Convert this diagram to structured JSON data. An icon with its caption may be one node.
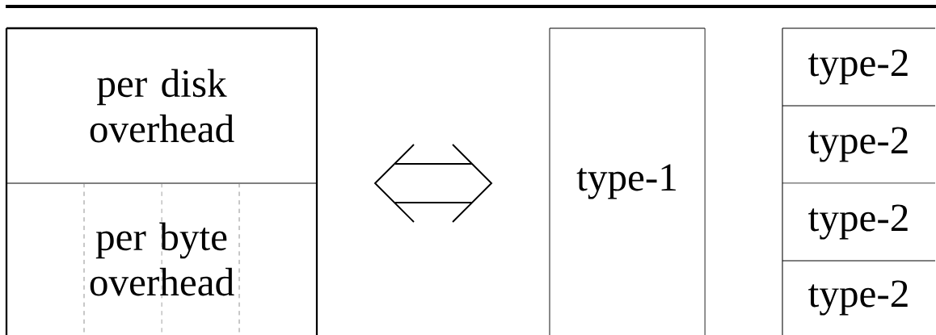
{
  "diagram": {
    "nodes": [
      {
        "text": [],
        "shape": "box"
      },
      {
        "text": [
          "per disk overhead"
        ],
        "in": 0
      },
      {
        "text": [
          "per byte overhead"
        ],
        "in": 0
      },
      {
        "text": [
          "type-1"
        ]
      },
      {
        "text": [
          "type-2"
        ]
      },
      {
        "text": [
          "type-2"
        ]
      },
      {
        "text": [
          "type-2"
        ]
      },
      {
        "text": [
          "type-2"
        ]
      }
    ]
  }
}
